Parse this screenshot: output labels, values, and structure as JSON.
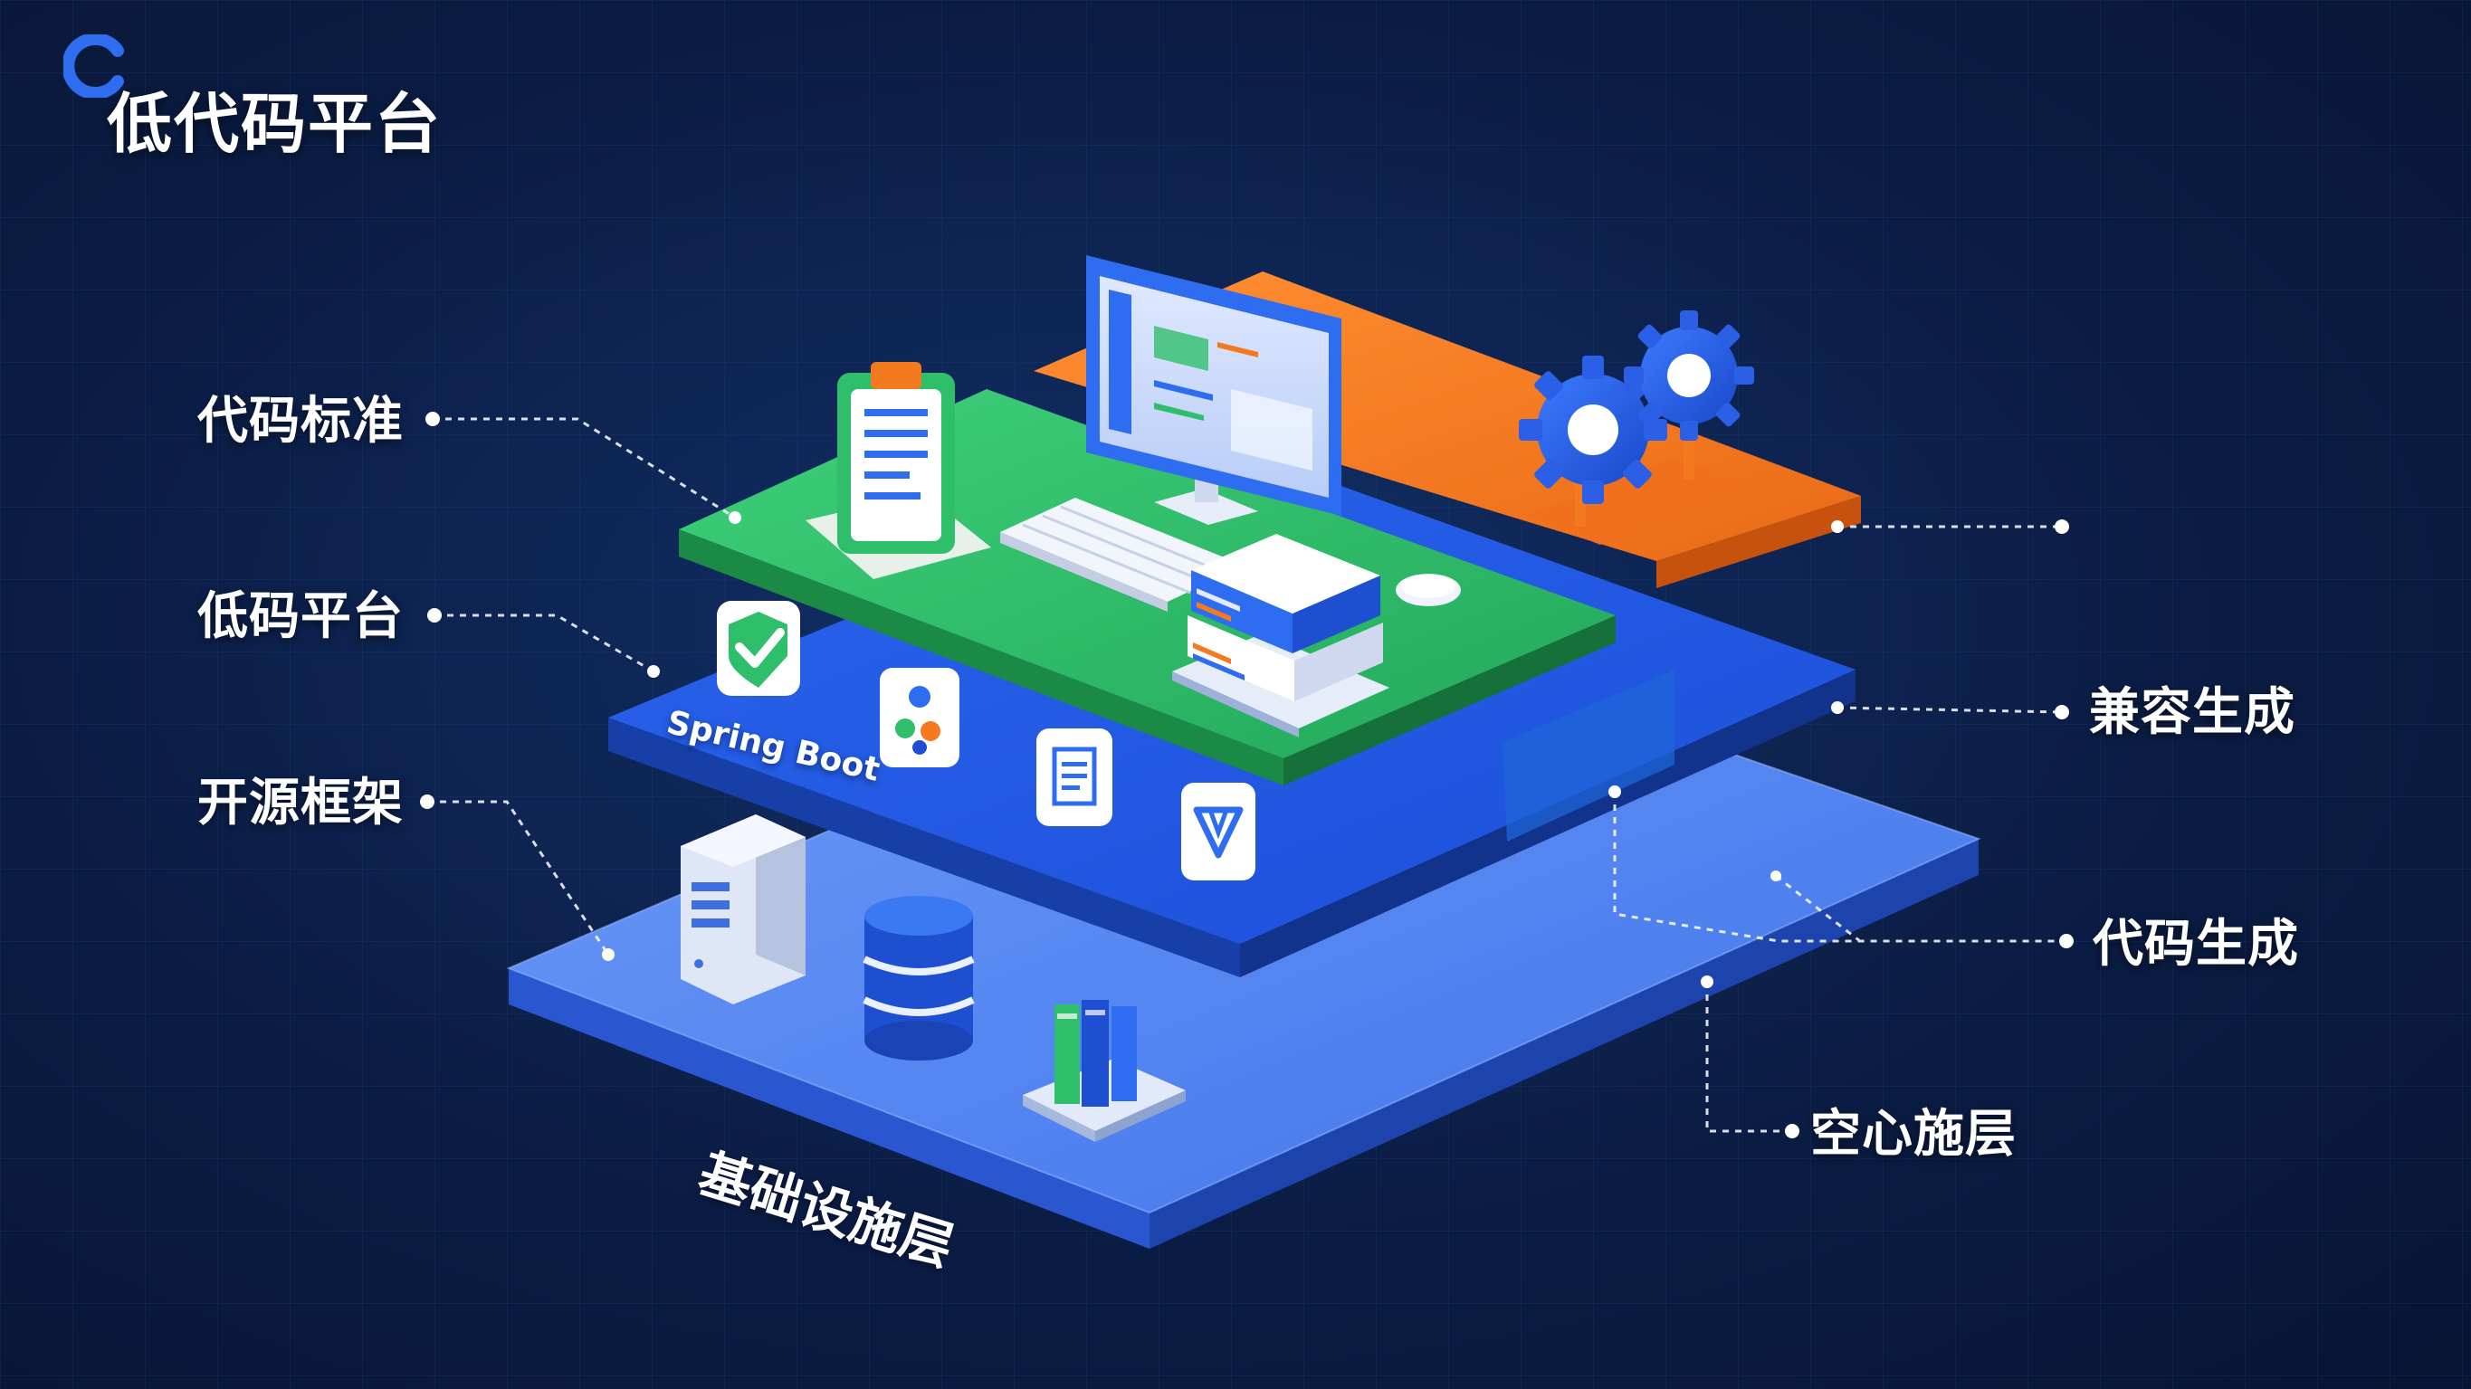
{
  "title": "低代码平台",
  "callouts": {
    "code_standard": "代码标准",
    "low_code_platform": "低码平台",
    "open_source_framework": "开源框架",
    "compatible_generation": "兼容生成",
    "code_generation": "代码生成",
    "hollow_layer": "空心施层"
  },
  "layers": {
    "base_label": "基础设施层",
    "framework_badge": "Spring Boot"
  },
  "colors": {
    "background": "#0b1d45",
    "accent_blue": "#2f6df0",
    "accent_green": "#2fbf6a",
    "accent_orange": "#f47a1f",
    "light_blue": "#5b8ef5"
  },
  "icons": [
    "logo-icon",
    "clipboard-icon",
    "monitor-icon",
    "keyboard-icon",
    "mouse-icon",
    "books-icon",
    "gear-icon",
    "shield-check-icon",
    "app-icon",
    "document-icon",
    "diamond-icon",
    "server-icon",
    "database-icon",
    "folders-icon"
  ]
}
